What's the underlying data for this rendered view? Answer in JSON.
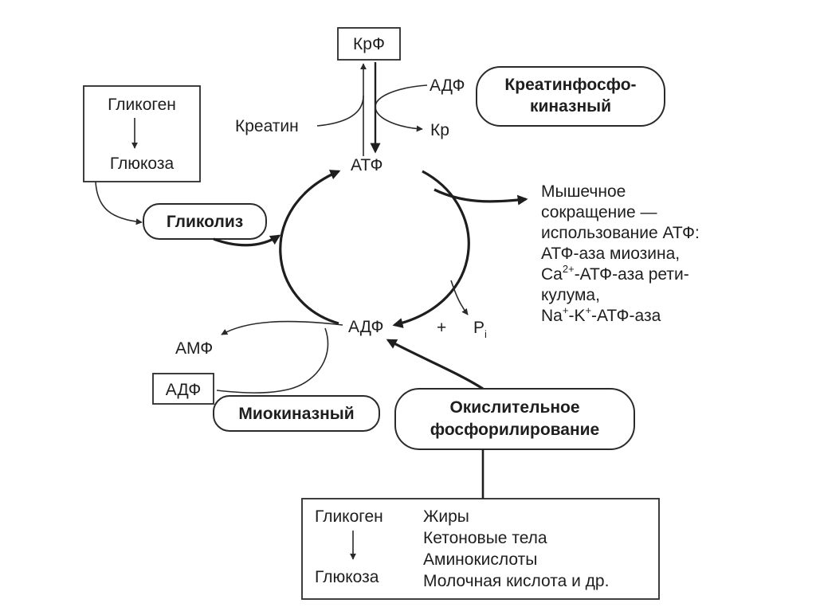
{
  "nodes": {
    "krf": "КрФ",
    "adf_top": "АДФ",
    "creatine": "Креатин",
    "kr": "Кр",
    "atf": "АТФ",
    "adf_mid": "АДФ",
    "plus": "+",
    "p": "P",
    "p_sub": "i",
    "amf": "АМФ",
    "adf_box": "АДФ"
  },
  "glycogen_box_top": {
    "glycogen": "Гликоген",
    "glucose": "Глюкоза"
  },
  "pathways": {
    "creatine_kinase_line1": "Креатинфосфо-",
    "creatine_kinase_line2": "киназный",
    "glycolysis": "Гликолиз",
    "myokinase": "Миокиназный",
    "oxphos_line1": "Окислительное",
    "oxphos_line2": "фосфорилирование"
  },
  "contraction": {
    "line1": "Мышечное",
    "line2": "сокращение —",
    "line3": "использование АТФ:",
    "line4": "АТФ-аза миозина,",
    "line5_ca": "Ca",
    "line5_sup": "2+",
    "line5_rest": "-АТФ-аза рети-",
    "line6": "кулума,",
    "line7_na": "Na",
    "line7_sup1": "+",
    "line7_k": "-K",
    "line7_sup2": "+",
    "line7_rest": "-АТФ-аза"
  },
  "substrates": {
    "glycogen": "Гликоген",
    "glucose": "Глюкоза",
    "items": [
      "Жиры",
      "Кетоновые тела",
      "Аминокислоты",
      "Молочная кислота и др."
    ]
  }
}
